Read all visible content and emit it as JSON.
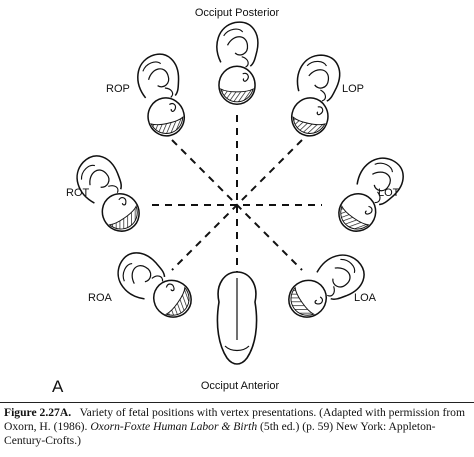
{
  "positions": {
    "op": "Occiput Posterior",
    "rop": "ROP",
    "lop": "LOP",
    "rot": "ROT",
    "lot": "LOT",
    "roa": "ROA",
    "loa": "LOA",
    "oa": "Occiput Anterior"
  },
  "panel_letter": "A",
  "caption": {
    "label": "Figure 2.27A.",
    "text_part1": "Variety of fetal positions with vertex presentations. (Adapted with permission from Oxorn, H. (1986).",
    "book_title": "Oxorn-Foxte Human Labor & Birth",
    "text_part2": "(5th ed.) (p. 59) New York: Appleton-Century-Crofts.)"
  },
  "colors": {
    "ink": "#111111",
    "background": "#ffffff"
  }
}
